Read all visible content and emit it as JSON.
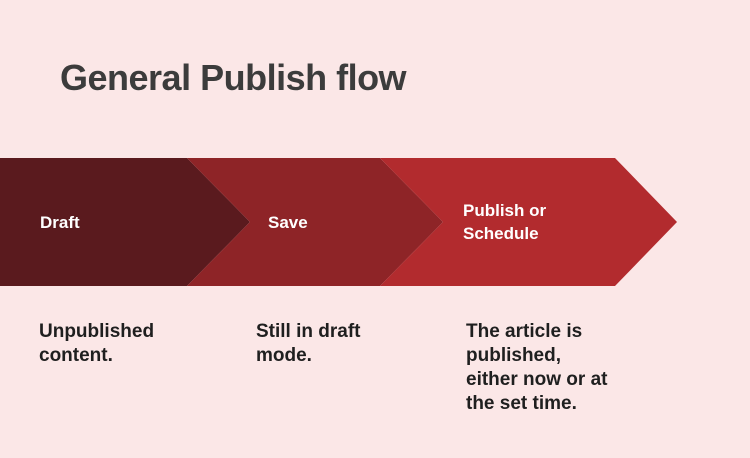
{
  "colors": {
    "background": "#FBE7E7",
    "title_text": "#3C3C3C",
    "step_label_text": "#FFFFFF",
    "description_text": "#1F1F1F"
  },
  "header": {
    "title": "General Publish flow"
  },
  "flow": {
    "type": "horizontal-chevron-process",
    "steps": [
      {
        "label": "Draft",
        "color": "#5A1A1E",
        "description": "Unpublished content.",
        "description_lines": [
          "Unpublished",
          "content."
        ]
      },
      {
        "label": "Save",
        "color": "#8E2427",
        "description": "Still in draft mode.",
        "description_lines": [
          "Still in draft",
          "mode."
        ]
      },
      {
        "label": "Publish or Schedule",
        "label_lines": [
          "Publish or",
          "Schedule"
        ],
        "color": "#B22B2E",
        "description": "The article is published, either now or at the set time.",
        "description_lines": [
          "The article is",
          "published,",
          "either now or at",
          "the set time."
        ]
      }
    ]
  }
}
